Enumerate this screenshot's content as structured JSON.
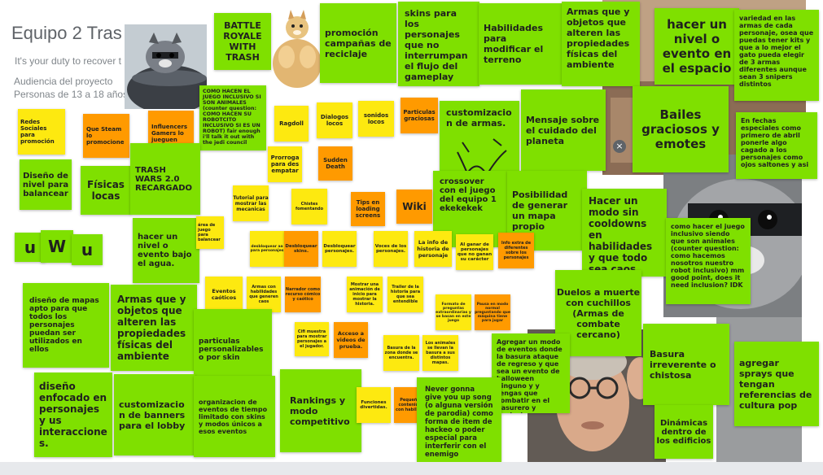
{
  "board": {
    "title": "Equipo 2 Tras",
    "subtitle": "It's your duty to recover t",
    "audience_line1": "Audiencia del proyecto",
    "audience_line2": "Personas de 13 a 18 años"
  },
  "colors": {
    "green": "#7fe000",
    "yellow": "#fde910",
    "orange": "#ff9a00"
  },
  "uwu": [
    "u",
    "W",
    "u"
  ],
  "notes": {
    "battle_royale": "BATTLE ROYALE WITH TRASH",
    "promocion": "promoción campañas de reciclaje",
    "skins": "skins para los personajes que no interrumpan el flujo del gameplay",
    "habilidades_terreno": "Habilidades para modificar el terreno",
    "armas_top": "Armas que y objetos que alteren las propiedades físicas del ambiente",
    "nivel_espacio": "hacer un nivel o evento en el espacio",
    "variedad_armas": "variedad en las armas de cada personaje, osea que puedas tener kits y que a lo mejor el gato pueda elegir de 3 armas diferentes aunque sean 3 snipers distintos",
    "redes_sociales": "Redes Sociales para promoción",
    "steam": "Que Steam lo promocione",
    "influencers": "Influencers Gamers lo jueguen",
    "juego_inclusivo": "COMO HACEN EL JUEGO INCLUSIVO SI SON ANIMALES (counter question: COMO HACEN SU ROBOTCITO INCLUSIVO SI ES UN ROBOT) fair enough i'll talk it out with the jedi council",
    "ragdoll": "Ragdoll",
    "dialogos": "Dialogos locos",
    "sonidos": "sonidos locos",
    "particulas": "Particulas graciosas",
    "customizacion_armas": "customizacion de armas.",
    "mensaje_planeta": "Mensaje sobre el cuidado del planeta",
    "bailes": "Bailes graciosos y emotes",
    "fechas_especiales": "En fechas especiales como primero de abril ponerle algo cagado a los personajes como ojos saltones y asi",
    "diseno_nivel": "Diseño de nivel para balancear",
    "fisicas": "Físicas locas",
    "trash_wars": "TRASH WARS 2.0 RECARGADO",
    "prorroga": "Prorroga para des empatar",
    "sudden_death": "Sudden Death",
    "crossover": "crossover con el juego del equipo 1 ekekekek",
    "mapa_propio": "Posibilidad de generar un mapa propio",
    "modo_sin_cooldowns": "Hacer un modo sin cooldowns en habilidades y que todo sea caos.",
    "tutorial": "Tutorial para mostrar las mecanicas",
    "textos_extra": "Chistes fomentando",
    "tips": "Tips en loading screens",
    "wiki": "Wiki",
    "nivel_bajo_agua": "hacer un nivel o evento bajo el agua.",
    "area_pequena": "área de juego para balancear",
    "desbloquear_aa": "desbloquear aa para personajes",
    "desbloquear_skins": "Desbloquear skins.",
    "desbloquear_personajes": "Desbloquear personajes.",
    "voces": "Voces de los personajes.",
    "historia_personaje": "La info de historia de personaje",
    "gana_personaje": "Al ganar de personajes que no ganan su carácter",
    "info_sobre": "Info extra de diferentes sobre los personajes",
    "inclusivo_pregunta": "como hacer el juego inclusivo siendo que son animales (counter question: como hacemos nosotros nuestro robot inclusivo) mm good point, does it need inclusion? IDK",
    "mapas_personajes": "diseño de mapas apto para que todos los personajes puedan ser utilizados en ellos",
    "armas_mid": "Armas que y objetos que alteren las propiedades físicas del ambiente",
    "eventos_caoticos": "Eventos caóticos",
    "armas_habilidades": "Armas con habilidades que generen caos",
    "narrador": "Narrador como recurso cómico y caótico",
    "animacion_inicio": "Mostrar una animación de inicio para mostrar la historia.",
    "trailer_historia": "Trailer de la historia para que sea entendible",
    "formato_nuevo": "Formato de preguntas extraordinarias y se basan en este juego",
    "pausa": "Pausa en modo normal preguntando que máquina tiene para jugar",
    "particulas_skin": "particulas personalizables o por skin",
    "cifi": "Cifi muestra para mostrar personajes a el jugador.",
    "acceso_videos": "Acceso a videos de prueba.",
    "basura_encuentra": "Basura de la zona donde se encuentra.",
    "animales_basura": "Los animales se llevan la basura a sus distintos mapas.",
    "duelos": "Duelos a muerte con cuchillos (Armas de combate cercano)",
    "basura_irreverente": "Basura irreverente o chistosa",
    "sprays": "agregar sprays que tengan referencias de cultura pop",
    "diseno_personajes": "diseño enfocado en personajes y us interacciones.",
    "banners": "customizacion de banners para el lobby",
    "eventos_tiempo": "organizacion de eventos de tiempo limitado con skins y modos únicos a esos eventos",
    "rankings": "Rankings y modo competitivo",
    "funciones_divertidas": "Funciones divertidas.",
    "pequenos_contenidos": "Pequeños contenidos con habilidad",
    "never_gonna": "Never gonna give you up song (o alguna versión de parodia) como forma de item de hackeo o poder especial para interferir con el enemigo",
    "halloween": "Agregar un modo de eventos donde la basura ataque de regreso y que sea un evento de halloween ninguno y y tengas que combatir en el basurero y explosiones y boom",
    "dinamicas": "Dinámicas dentro de los edificios"
  },
  "close_glyph": "×"
}
